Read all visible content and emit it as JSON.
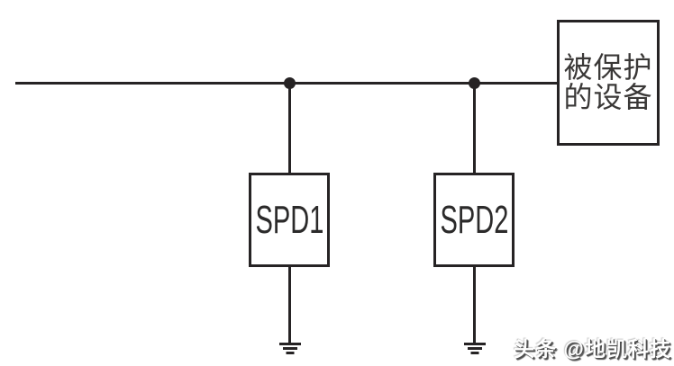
{
  "diagram": {
    "title_semantic": "SPD surge protection two-stage circuit diagram",
    "colors": {
      "line": "#262324",
      "watermark_fill": "#ffffff",
      "watermark_shadow": "#4d4d4d"
    },
    "spd1": {
      "label": "SPD1"
    },
    "spd2": {
      "label": "SPD2"
    },
    "device": {
      "line1": "被保护",
      "line2": "的设备"
    },
    "watermark": {
      "text": "头条 @地凯科技"
    }
  }
}
